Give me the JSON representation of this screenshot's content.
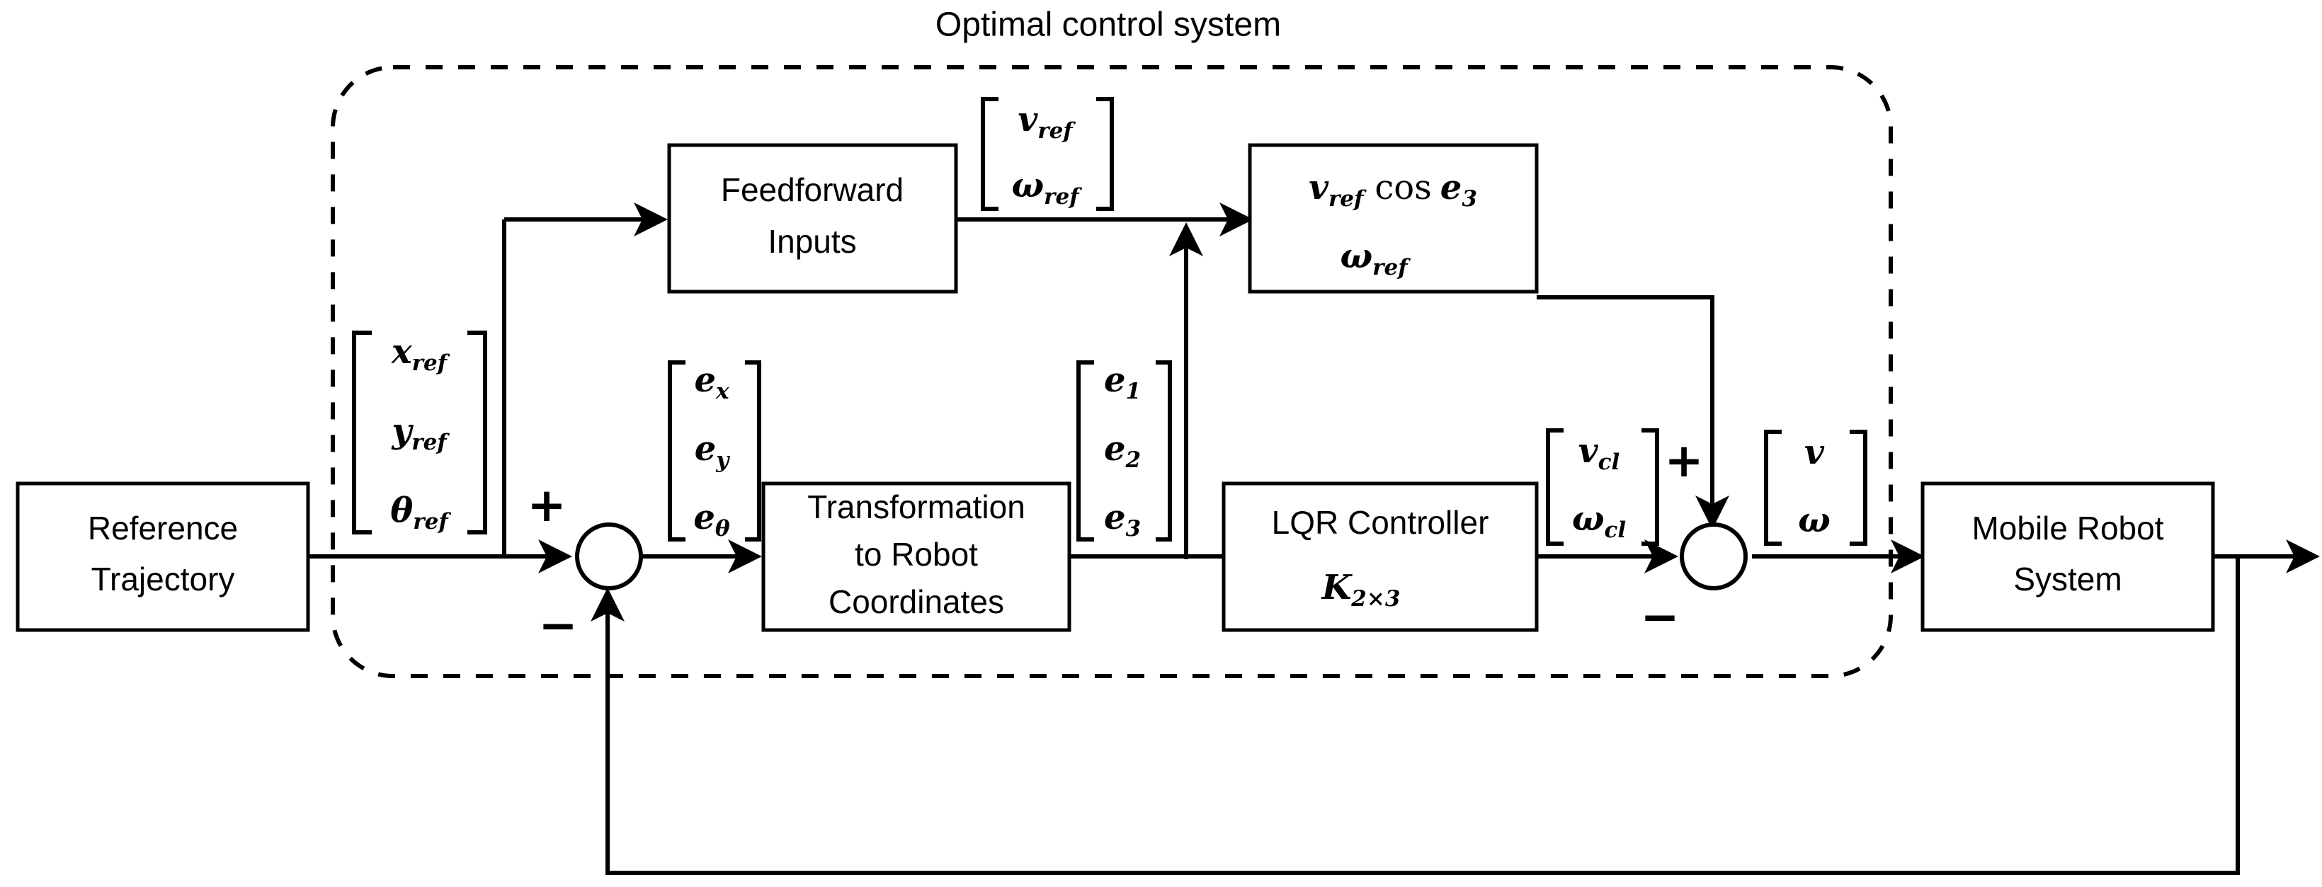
{
  "diagram": {
    "title": "Optimal control system",
    "type": "control-block-diagram",
    "background_color": "#ffffff",
    "line_color": "#000000",
    "boundary": {
      "name": "optimal-control-system-boundary",
      "style": "dashed-rounded-rectangle"
    },
    "blocks": [
      {
        "id": "reference-trajectory",
        "lines": [
          "Reference",
          "Trajectory"
        ],
        "line1": "Reference",
        "line2": "Trajectory",
        "inside_boundary": false
      },
      {
        "id": "feedforward-inputs",
        "lines": [
          "Feedforward",
          "Inputs"
        ],
        "line1": "Feedforward",
        "line2": "Inputs",
        "inside_boundary": true
      },
      {
        "id": "feedforward-law",
        "line1_math": "v",
        "line1_sub": "ref",
        "line1_op": "cos",
        "line1_arg": "e",
        "line1_arg_sub": "3",
        "line2_math": "ω",
        "line2_sub": "ref",
        "inside_boundary": true
      },
      {
        "id": "transformation-to-robot-coordinates",
        "lines": [
          "Transformation",
          "to Robot",
          "Coordinates"
        ],
        "line1": "Transformation",
        "line2": "to Robot",
        "line3": "Coordinates",
        "inside_boundary": true
      },
      {
        "id": "lqr-controller",
        "line1": "LQR Controller",
        "gain_symbol": "K",
        "gain_sub": "2×3",
        "inside_boundary": true
      },
      {
        "id": "mobile-robot-system",
        "lines": [
          "Mobile Robot",
          "System"
        ],
        "line1": "Mobile Robot",
        "line2": "System",
        "inside_boundary": false
      }
    ],
    "signal_vectors": [
      {
        "id": "reference-state-vector",
        "elements": [
          {
            "base": "x",
            "sub": "ref"
          },
          {
            "base": "y",
            "sub": "ref"
          },
          {
            "base": "θ",
            "sub": "ref"
          }
        ],
        "e1_base": "x",
        "e1_sub": "ref",
        "e2_base": "y",
        "e2_sub": "ref",
        "e3_base": "θ",
        "e3_sub": "ref"
      },
      {
        "id": "feedforward-output-vector",
        "elements": [
          {
            "base": "v",
            "sub": "ref"
          },
          {
            "base": "ω",
            "sub": "ref"
          }
        ],
        "e1_base": "v",
        "e1_sub": "ref",
        "e2_base": "ω",
        "e2_sub": "ref"
      },
      {
        "id": "global-error-vector",
        "elements": [
          {
            "base": "e",
            "sub": "x"
          },
          {
            "base": "e",
            "sub": "y"
          },
          {
            "base": "e",
            "sub": "θ"
          }
        ],
        "e1_base": "e",
        "e1_sub": "x",
        "e2_base": "e",
        "e2_sub": "y",
        "e3_base": "e",
        "e3_sub": "θ"
      },
      {
        "id": "robot-error-vector",
        "elements": [
          {
            "base": "e",
            "sub": "1"
          },
          {
            "base": "e",
            "sub": "2"
          },
          {
            "base": "e",
            "sub": "3"
          }
        ],
        "e1_base": "e",
        "e1_sub": "1",
        "e2_base": "e",
        "e2_sub": "2",
        "e3_base": "e",
        "e3_sub": "3"
      },
      {
        "id": "closed-loop-control-vector",
        "elements": [
          {
            "base": "v",
            "sub": "cl"
          },
          {
            "base": "ω",
            "sub": "cl"
          }
        ],
        "e1_base": "v",
        "e1_sub": "cl",
        "e2_base": "ω",
        "e2_sub": "cl"
      },
      {
        "id": "robot-input-vector",
        "elements": [
          {
            "base": "v",
            "sub": ""
          },
          {
            "base": "ω",
            "sub": ""
          }
        ],
        "e1_base": "v",
        "e1_sub": "",
        "e2_base": "ω",
        "e2_sub": ""
      }
    ],
    "summing_junctions": [
      {
        "id": "error-summing-junction",
        "plus_label": "+",
        "minus_label": "−"
      },
      {
        "id": "control-summing-junction",
        "plus_label": "+",
        "minus_label": "−"
      }
    ],
    "signs": {
      "plus": "+",
      "minus": "−"
    },
    "cos_label": "cos"
  }
}
